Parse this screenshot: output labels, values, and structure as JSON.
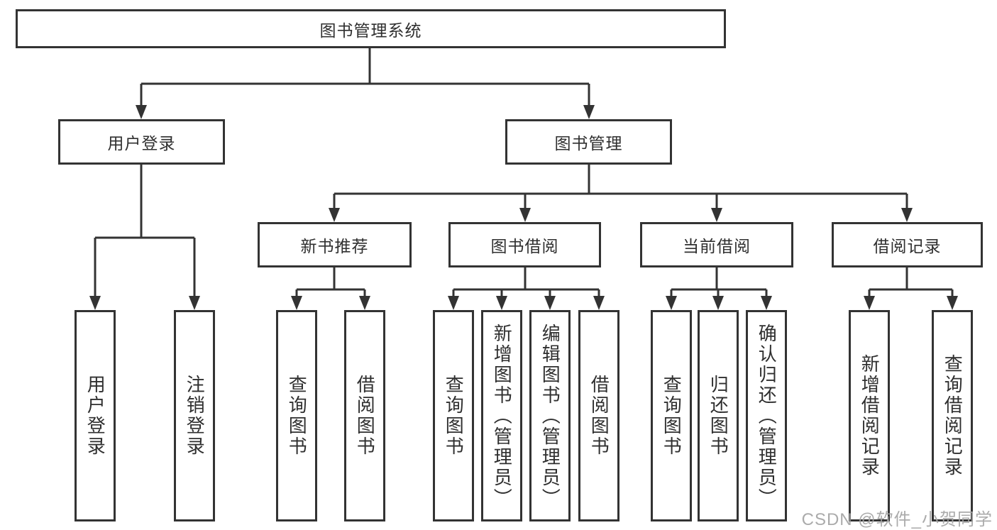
{
  "tree": {
    "label": "图书管理系统",
    "children": [
      {
        "label": "用户登录",
        "children": [
          {
            "label": "用户登录"
          },
          {
            "label": "注销登录"
          }
        ]
      },
      {
        "label": "图书管理",
        "children": [
          {
            "label": "新书推荐",
            "children": [
              {
                "label": "查询图书"
              },
              {
                "label": "借阅图书"
              }
            ]
          },
          {
            "label": "图书借阅",
            "children": [
              {
                "label": "查询图书"
              },
              {
                "label": "新增图书（管理员）"
              },
              {
                "label": "编辑图书（管理员）"
              },
              {
                "label": "借阅图书"
              }
            ]
          },
          {
            "label": "当前借阅",
            "children": [
              {
                "label": "查询图书"
              },
              {
                "label": "归还图书"
              },
              {
                "label": "确认归还（管理员）"
              }
            ]
          },
          {
            "label": "借阅记录",
            "children": [
              {
                "label": "新增借阅记录"
              },
              {
                "label": "查询借阅记录"
              }
            ]
          }
        ]
      }
    ]
  },
  "watermark": "CSDN @软件_小贺同学",
  "colors": {
    "line": "#333333",
    "box_border": "#333333",
    "text": "#2f2f2f",
    "background": "#ffffff",
    "watermark": "#a4a4a4"
  }
}
